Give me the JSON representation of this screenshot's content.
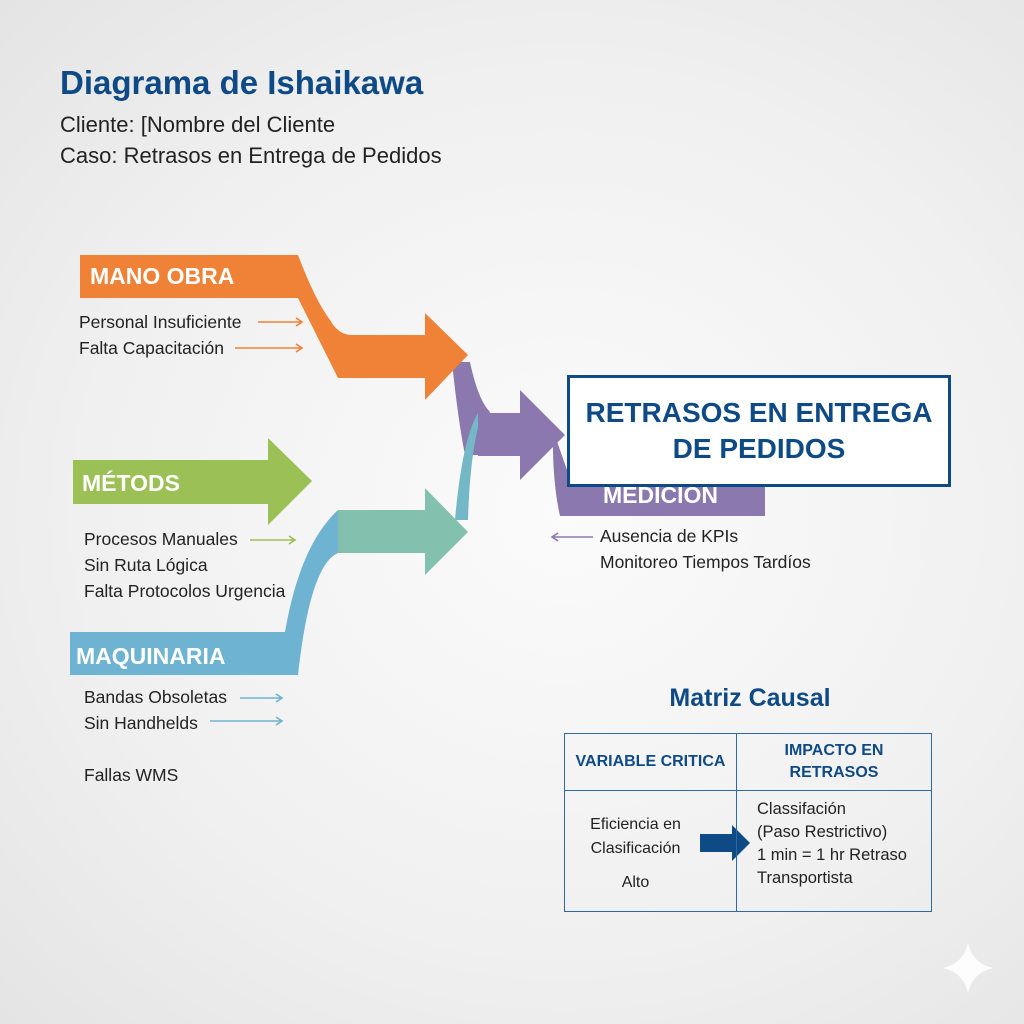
{
  "header": {
    "title": "Diagrama de Ishaikawa",
    "client": "Cliente: [Nombre del Cliente",
    "case": "Caso: Retrasos en Entrega de Pedidos"
  },
  "categories": {
    "mano_obra": {
      "label": "MANO OBRA",
      "color": "#ef8236",
      "causes": [
        "Personal Insuficiente",
        "Falta Capacitación"
      ]
    },
    "metodos": {
      "label": "MÉTODS",
      "color": "#9bc055",
      "causes": [
        "Procesos Manuales",
        "Sin Ruta Lógica",
        "Falta Protocolos Urgencia"
      ]
    },
    "maquinaria": {
      "label": "MAQUINARIA",
      "color": "#6fb3d2",
      "causes": [
        "Bandas Obsoletas",
        "Sin Handhelds",
        "Fallas WMS"
      ]
    },
    "medicion": {
      "label": "MEDICIÓN",
      "color": "#8a78ae",
      "causes": [
        "Ausencia de KPIs",
        "Monitoreo Tiempos Tardíos"
      ]
    }
  },
  "effect": {
    "line1": "RETRASOS EN ENTREGA",
    "line2": "DE PEDIDOS"
  },
  "matrix": {
    "title": "Matriz Causal",
    "headers": [
      "VARIABLE CRITICA",
      "IMPACTO EN RETRASOS"
    ],
    "variable": [
      "Eficiencia en",
      "Clasificación",
      "Alto"
    ],
    "impact": [
      "Classifación",
      "(Paso Restrictivo)",
      "1 min = 1 hr Retraso",
      "Transportista"
    ]
  }
}
